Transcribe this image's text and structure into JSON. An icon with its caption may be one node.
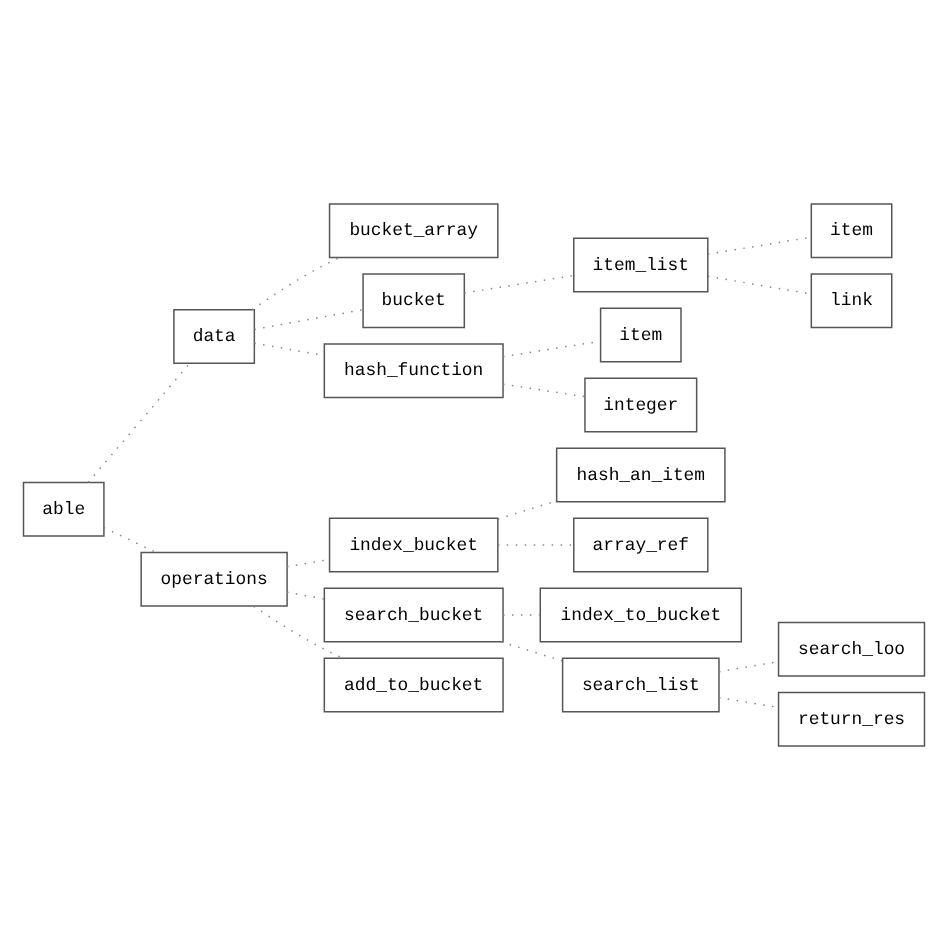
{
  "diagram": {
    "nodes": [
      {
        "text": [
          "able"
        ]
      },
      {
        "text": [
          "data"
        ]
      },
      {
        "text": [
          "bucket_array"
        ]
      },
      {
        "text": [
          "bucket"
        ]
      },
      {
        "text": [
          "item_list"
        ]
      },
      {
        "text": [
          "item"
        ]
      },
      {
        "text": [
          "link"
        ]
      },
      {
        "text": [
          "hash_function"
        ]
      },
      {
        "text": [
          "item"
        ]
      },
      {
        "text": [
          "integer"
        ]
      },
      {
        "text": [
          "operations"
        ]
      },
      {
        "text": [
          "index_bucket"
        ]
      },
      {
        "text": [
          "hash_an_item"
        ]
      },
      {
        "text": [
          "array_ref"
        ]
      },
      {
        "text": [
          "search_bucket"
        ]
      },
      {
        "text": [
          "index_to_bucket"
        ]
      },
      {
        "text": [
          "search_list"
        ]
      },
      {
        "text": [
          "search_loo"
        ]
      },
      {
        "text": [
          "return_res"
        ]
      },
      {
        "text": [
          "add_to_bucket"
        ]
      }
    ],
    "edges": [
      {
        "from": 0,
        "to": 1,
        "arrow": "none"
      },
      {
        "from": 0,
        "to": 10,
        "arrow": "none"
      },
      {
        "from": 1,
        "to": 2,
        "arrow": "none"
      },
      {
        "from": 1,
        "to": 3,
        "arrow": "none"
      },
      {
        "from": 1,
        "to": 7,
        "arrow": "none"
      },
      {
        "from": 3,
        "to": 4,
        "arrow": "none"
      },
      {
        "from": 4,
        "to": 5,
        "arrow": "none"
      },
      {
        "from": 4,
        "to": 6,
        "arrow": "none"
      },
      {
        "from": 7,
        "to": 8,
        "arrow": "none"
      },
      {
        "from": 7,
        "to": 9,
        "arrow": "none"
      },
      {
        "from": 10,
        "to": 11,
        "arrow": "none"
      },
      {
        "from": 10,
        "to": 14,
        "arrow": "none"
      },
      {
        "from": 10,
        "to": 19,
        "arrow": "none"
      },
      {
        "from": 11,
        "to": 12,
        "arrow": "none"
      },
      {
        "from": 11,
        "to": 13,
        "arrow": "none"
      },
      {
        "from": 14,
        "to": 15,
        "arrow": "none"
      },
      {
        "from": 14,
        "to": 16,
        "arrow": "none"
      },
      {
        "from": 16,
        "to": 17,
        "arrow": "none"
      },
      {
        "from": 16,
        "to": 18,
        "arrow": "none"
      }
    ]
  }
}
